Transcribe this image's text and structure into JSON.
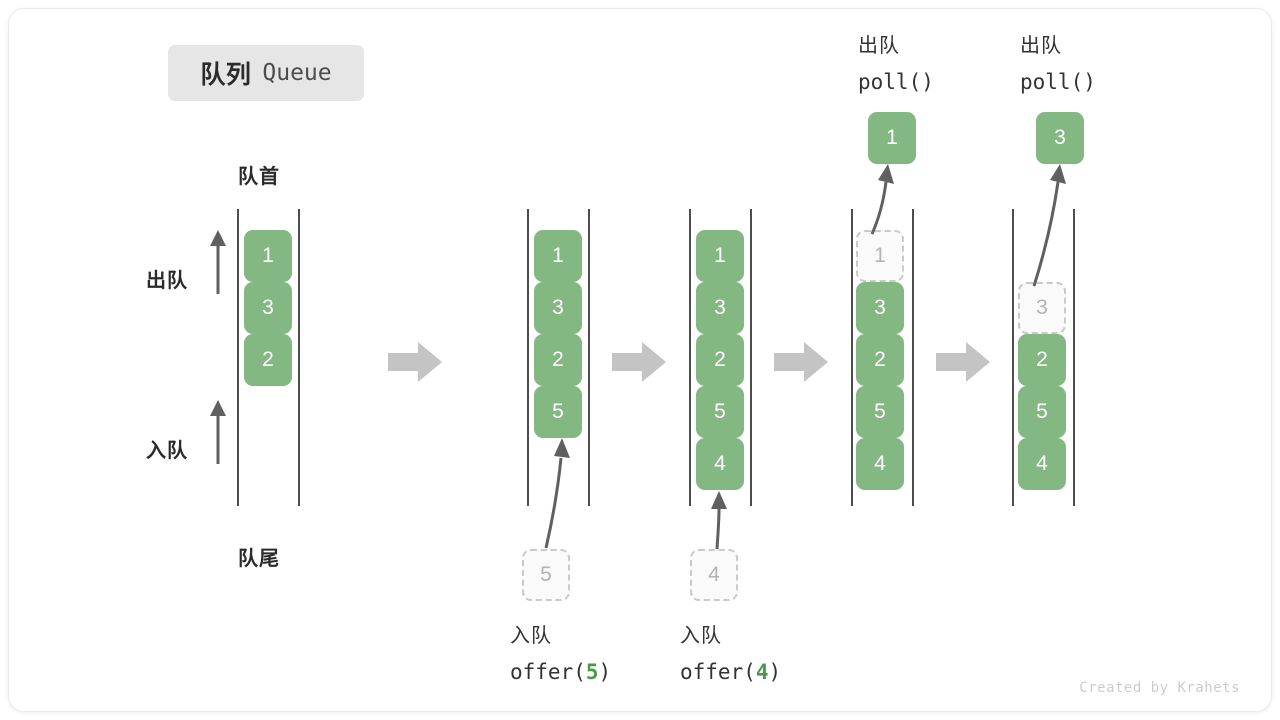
{
  "title": {
    "cn": "队列",
    "en": "Queue"
  },
  "side_labels": {
    "head": "队首",
    "tail": "队尾",
    "dequeue": "出队",
    "enqueue": "入队"
  },
  "colors": {
    "cell_green": "#84b882",
    "ghost_fill": "#fafafa",
    "ghost_border": "#c9c9c9",
    "rail": "#4d4d4d",
    "arrow_gray": "#606060",
    "block_arrow": "#c4c4c4",
    "badge_bg": "#e6e6e6",
    "text_dark": "#333333",
    "accent_green_text": "#4a9a4a"
  },
  "stages": [
    {
      "id": "stage-initial",
      "cells": [
        "1",
        "3",
        "2"
      ],
      "ghost": null,
      "op_cn": null,
      "op_code": null
    },
    {
      "id": "stage-offer-5",
      "cells": [
        "1",
        "3",
        "2",
        "5"
      ],
      "ghost": {
        "value": "5",
        "position": "bottom"
      },
      "op_cn": "入队",
      "op_code_prefix": "offer(",
      "op_code_arg": "5",
      "op_code_suffix": ")"
    },
    {
      "id": "stage-offer-4",
      "cells": [
        "1",
        "3",
        "2",
        "5",
        "4"
      ],
      "ghost": {
        "value": "4",
        "position": "bottom"
      },
      "op_cn": "入队",
      "op_code_prefix": "offer(",
      "op_code_arg": "4",
      "op_code_suffix": ")"
    },
    {
      "id": "stage-poll-1",
      "cells": [
        "3",
        "2",
        "5",
        "4"
      ],
      "ghost": {
        "value": "1",
        "position": "row0"
      },
      "popped": "1",
      "op_cn": "出队",
      "op_code_prefix": "poll(",
      "op_code_arg": "",
      "op_code_suffix": ")"
    },
    {
      "id": "stage-poll-3",
      "cells": [
        "2",
        "5",
        "4"
      ],
      "ghost": {
        "value": "3",
        "position": "row1"
      },
      "popped": "3",
      "op_cn": "出队",
      "op_code_prefix": "poll(",
      "op_code_arg": "",
      "op_code_suffix": ")"
    }
  ],
  "credit": "Created by Krahets"
}
